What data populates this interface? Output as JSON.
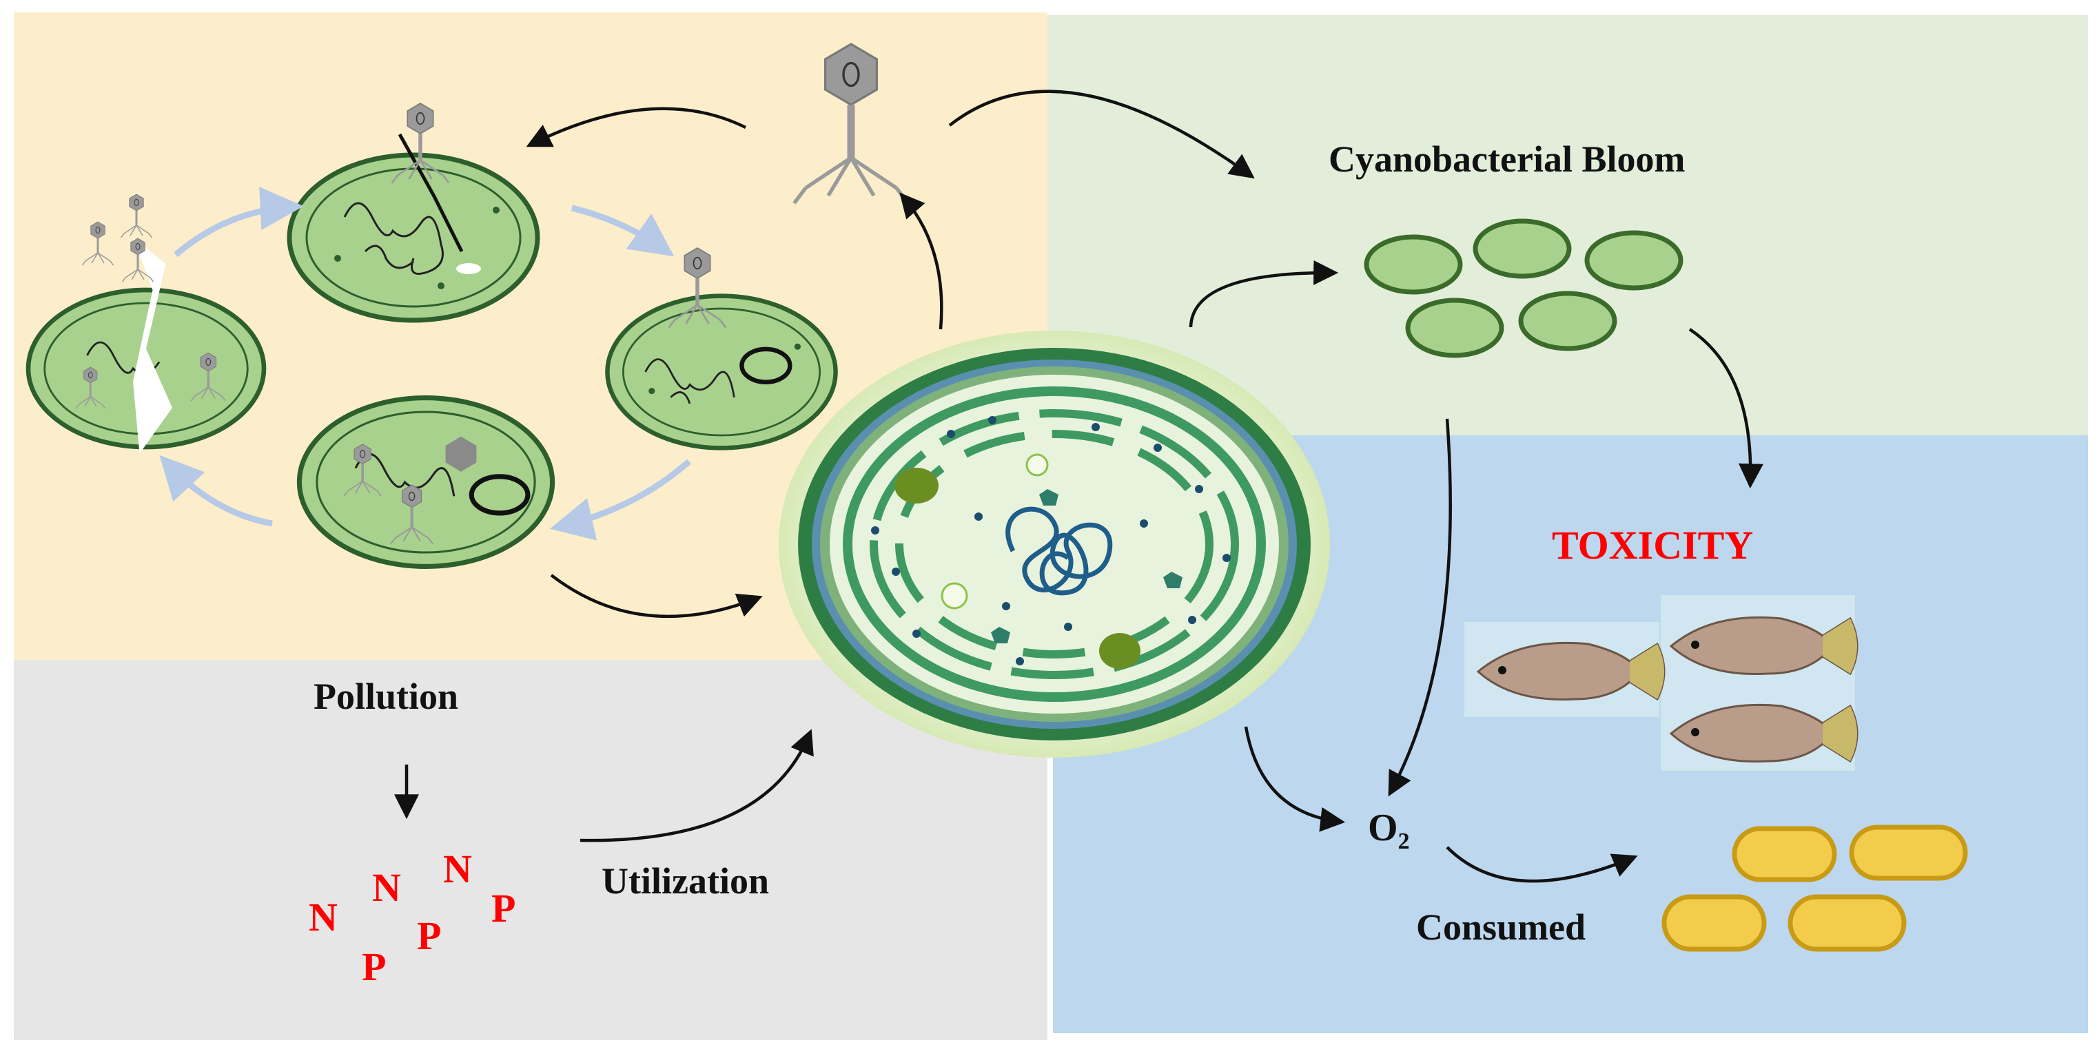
{
  "labels": {
    "cyanobacterial_bloom": "Cyanobacterial Bloom",
    "toxicity": "TOXICITY",
    "pollution": "Pollution",
    "utilization": "Utilization",
    "oxygen_symbol": "O",
    "oxygen_subscript": "2",
    "consumed": "Consumed"
  },
  "nutrients": [
    "N",
    "N",
    "N",
    "P",
    "P",
    "P"
  ],
  "colors": {
    "lysis_panel": "#fdeecb",
    "bloom_panel": "#e2eed9",
    "toxicity_panel": "#bdd7ee",
    "pollution_panel": "#e6e6e6",
    "toxicity_text": "#ff0000",
    "nutrient_text": "#ff0000",
    "cell_green": "#a9d18e",
    "cell_border": "#2d5f2d",
    "bacteria_yellow": "#f4cc4b",
    "phage_gray": "#9a9a9a"
  },
  "icons": [
    "bacteriophage-icon",
    "cyanobacteria-cell-icon",
    "fish-icon",
    "bacteria-rod-icon",
    "dna-strand-icon"
  ]
}
